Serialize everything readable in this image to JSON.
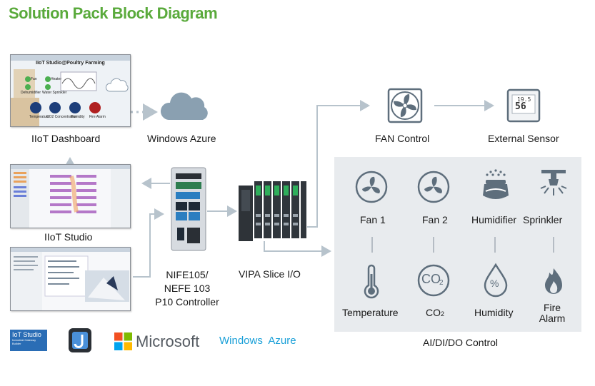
{
  "title": "Solution Pack Block Diagram",
  "labels": {
    "iiot_dashboard": "IIoT Dashboard",
    "windows_azure": "Windows Azure",
    "iiot_studio": "IIoT Studio",
    "controller": [
      "NIFE105/",
      "NEFE 103",
      "P10 Controller"
    ],
    "vipa": "VIPA Slice I/O",
    "fan_control": "FAN Control",
    "external_sensor": "External Sensor",
    "ai_di_do": "AI/DI/DO Control"
  },
  "dashboard_screen": {
    "heading": "IIoT Studio@Poultry Farming",
    "items": [
      "Fan",
      "Heater",
      "Dehumidifier",
      "Water Sprinkler",
      "Temperature",
      "CO2 Concentration",
      "Humidity",
      "Fire Alarm"
    ]
  },
  "sensor_display": {
    "temp": "19.5",
    "humidity": "56"
  },
  "devices": {
    "outputs": [
      "Fan 1",
      "Fan 2",
      "Humidifier",
      "Sprinkler"
    ],
    "sensors": [
      "Temperature",
      "CO",
      "Humidity",
      "Fire",
      "Alarm"
    ],
    "co2_icon_text": "CO",
    "co2_sub": "2",
    "humidity_icon_text": "%"
  },
  "logos": {
    "iot_studio": "IoT Studio",
    "iot_studio_sub": "Industrial Gateway Builder",
    "microsoft": "Microsoft",
    "windows_azure": "Windows  Azure"
  }
}
